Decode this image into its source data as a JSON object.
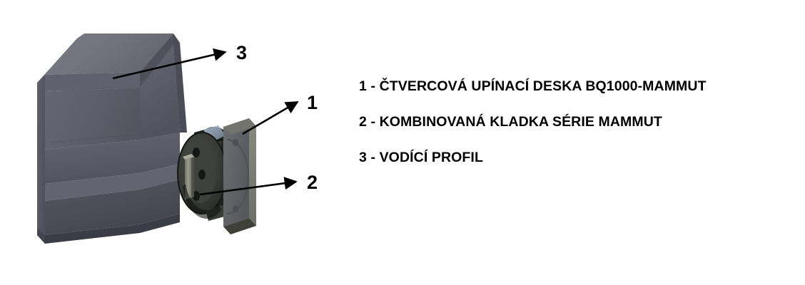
{
  "figure": {
    "background_color": "#ffffff",
    "subject": "isometric CAD assembly of guide rail profile with combined roller and square clamping plate"
  },
  "callouts": [
    {
      "id": "1",
      "label": "1",
      "target": "square clamping plate edge"
    },
    {
      "id": "2",
      "label": "2",
      "target": "combined roller hub"
    },
    {
      "id": "3",
      "label": "3",
      "target": "guide profile web face"
    }
  ],
  "legend": {
    "items": [
      {
        "number": "1",
        "text": "1 - ČTVERCOVÁ UPÍNACÍ DESKA BQ1000-MAMMUT"
      },
      {
        "number": "2",
        "text": "2 - KOMBINOVANÁ KLADKA SÉRIE MAMMUT"
      },
      {
        "number": "3",
        "text": "3 - VODÍCÍ PROFIL"
      }
    ]
  },
  "colors": {
    "profile_top_flange": "#74747f",
    "profile_web_face": "#5b5d69",
    "profile_front_face": "#5a5c68",
    "profile_lower_flange": "#4a4c56",
    "profile_inner_recess": "#6a6b77",
    "profile_end_face": "#555763",
    "clamp_plate_face": "#5f6166",
    "clamp_plate_side": "#7c7d72",
    "roller_body": "#2c2f2c",
    "roller_hub": "#3a3d38",
    "bearing_dark": "#1d201f",
    "highlight": "#9fb0c4",
    "leader_line": "#000000",
    "text": "#000000"
  }
}
